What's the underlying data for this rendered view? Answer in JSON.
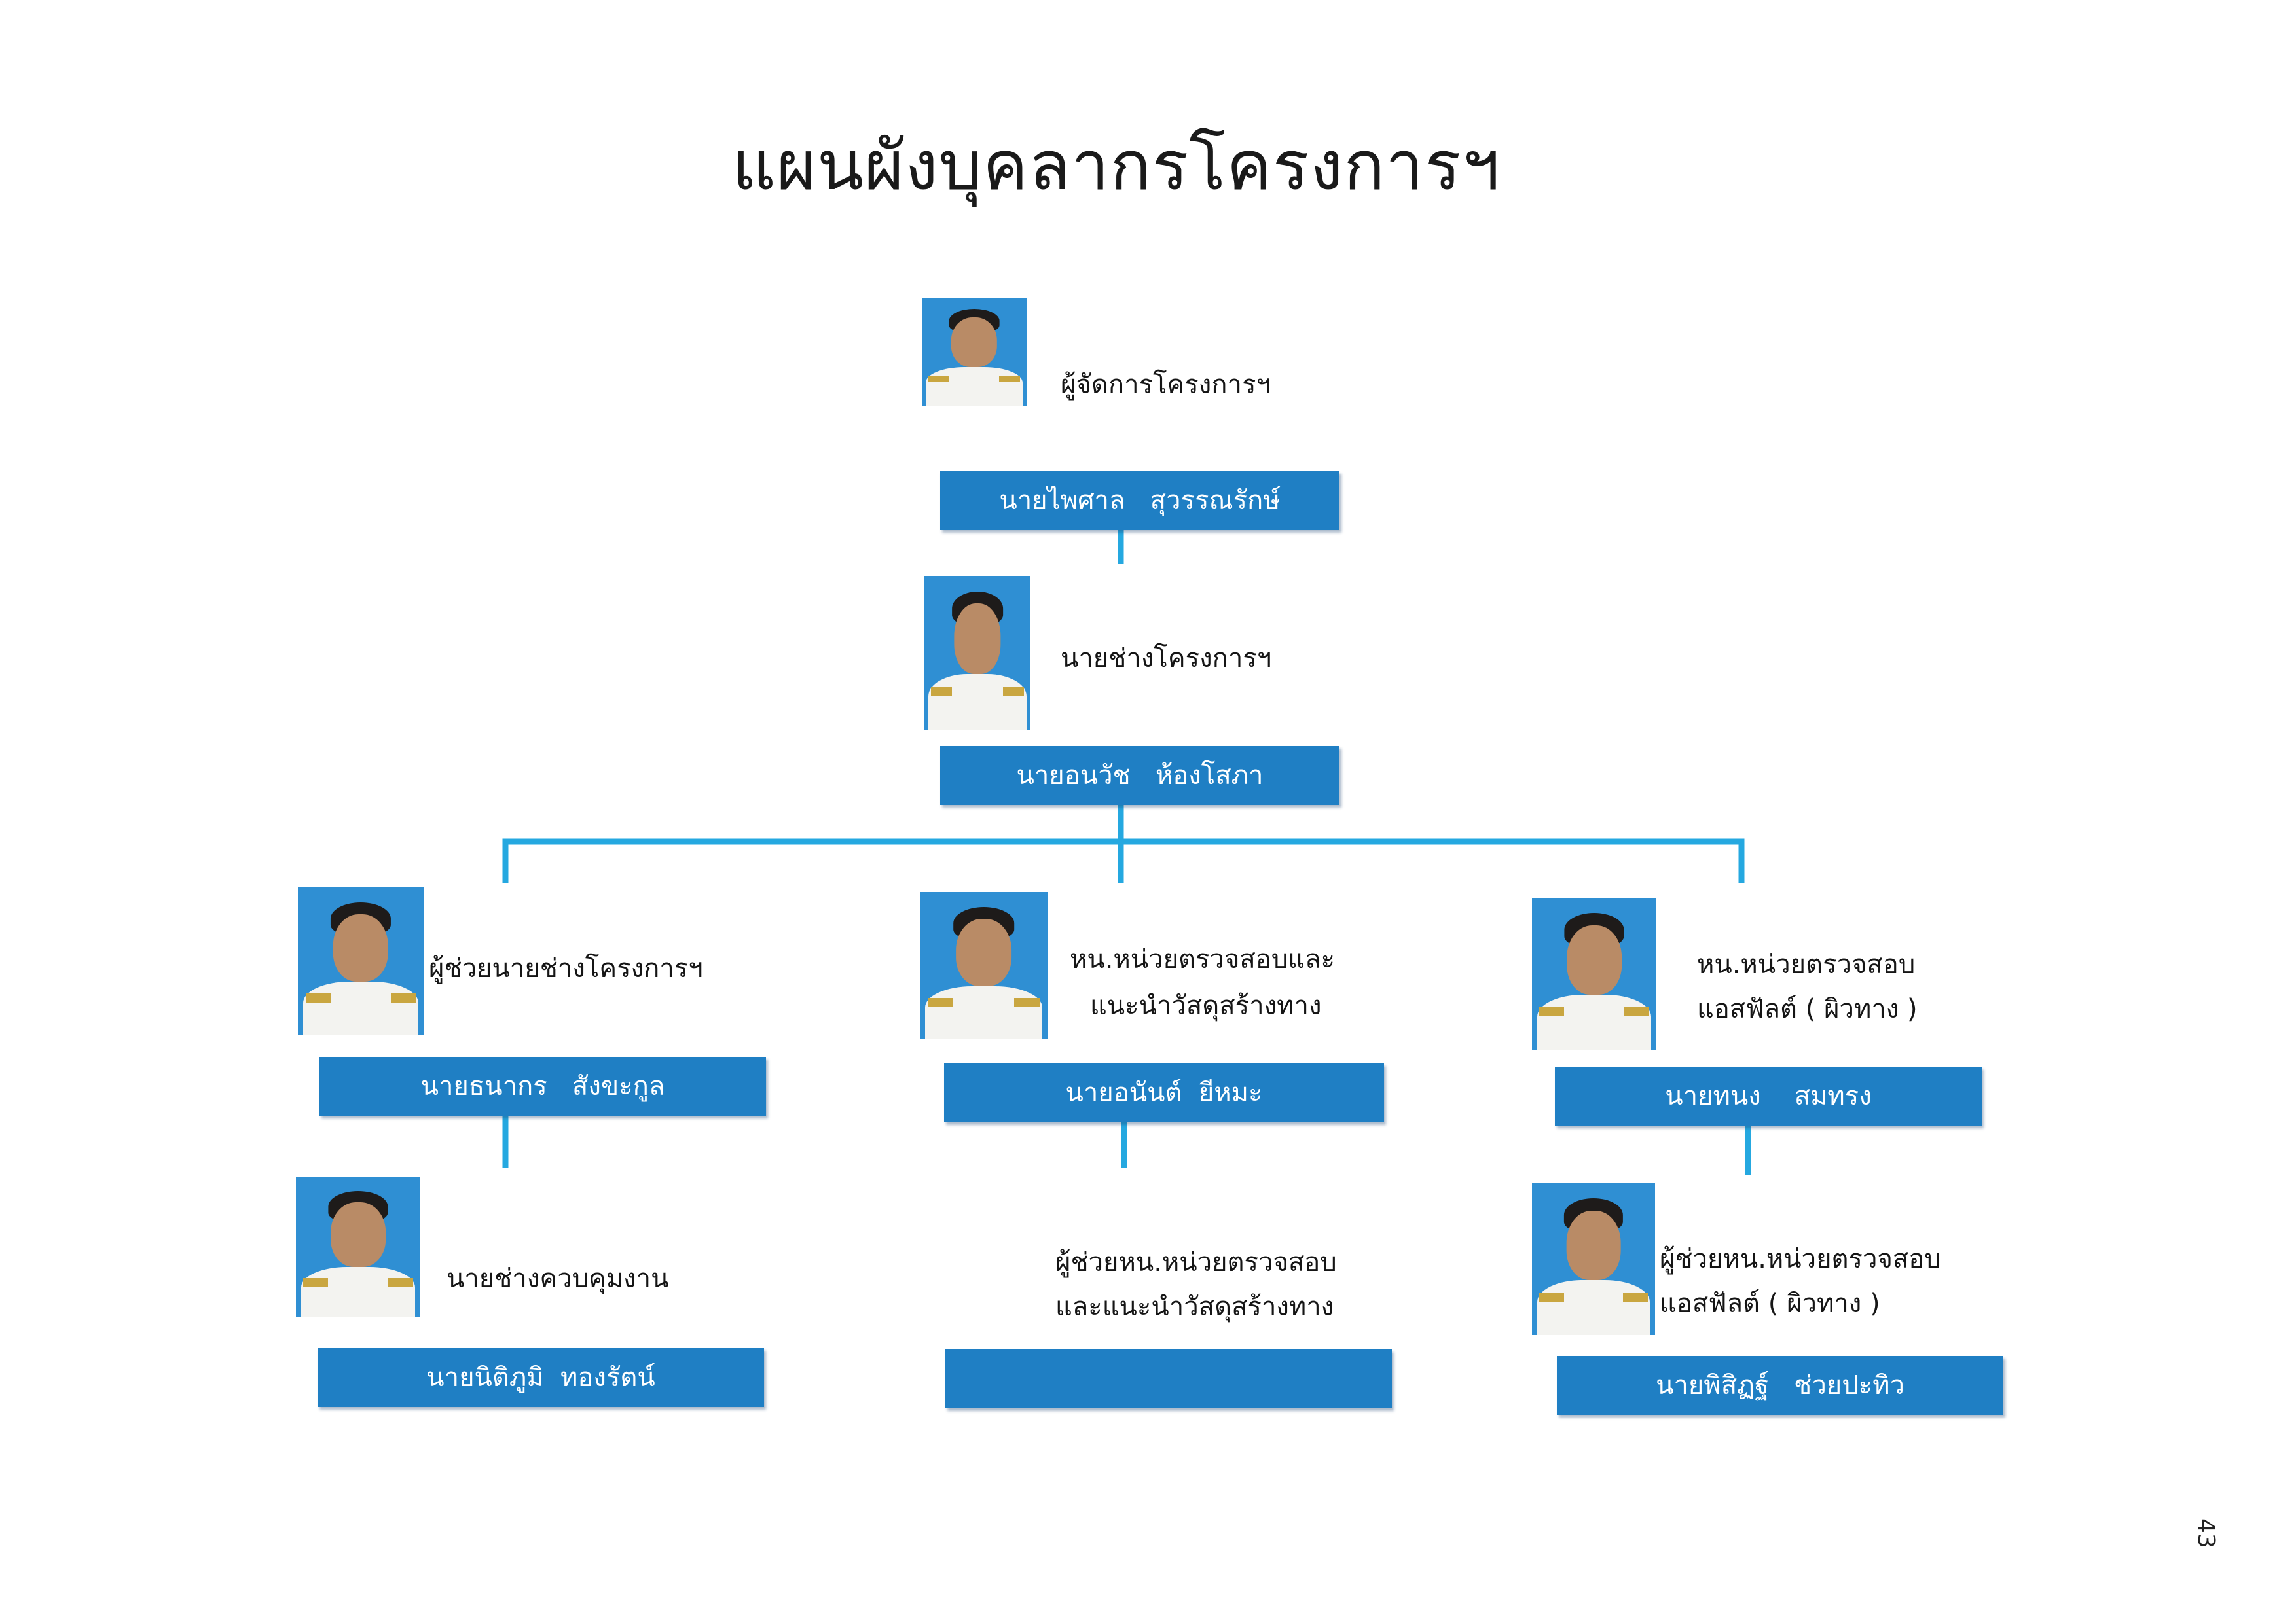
{
  "title": "แผนผังบุคลากรโครงการฯ",
  "colors": {
    "name_box": "#1f7fc4",
    "connector": "#25a8e0",
    "photo_background": "#2f8fd3"
  },
  "manager": {
    "role": "ผู้จัดการโครงการฯ",
    "name": "นายไพศาล   สุวรรณรักษ์"
  },
  "engineer": {
    "role": "นายช่างโครงการฯ",
    "name": "นายอนวัช   ห้องโสภา"
  },
  "assistant_engineer": {
    "role": "ผู้ช่วยนายช่างโครงการฯ",
    "name": "นายธนากร   สังขะกูล"
  },
  "inspection_head": {
    "role_line1": "หน.หน่วยตรวจสอบและ",
    "role_line2": "แนะนำวัสดุสร้างทาง",
    "name": "นายอนันต์  ยีหมะ"
  },
  "asphalt_head": {
    "role_line1": "หน.หน่วยตรวจสอบ",
    "role_line2": "แอสฟัลต์ ( ผิวทาง )",
    "name": "นายทนง    สมทรง"
  },
  "supervisor": {
    "role": "นายช่างควบคุมงาน",
    "name": "นายนิติภูมิ  ทองรัตน์"
  },
  "inspection_assistant": {
    "role_line1": "ผู้ช่วยหน.หน่วยตรวจสอบ",
    "role_line2": "และแนะนำวัสดุสร้างทาง",
    "name": ""
  },
  "asphalt_assistant": {
    "role_line1": "ผู้ช่วยหน.หน่วยตรวจสอบ",
    "role_line2": "แอสฟัลต์ ( ผิวทาง )",
    "name": "นายพิสิฏฐ์   ช่วยปะทิว"
  },
  "page_number": "43"
}
